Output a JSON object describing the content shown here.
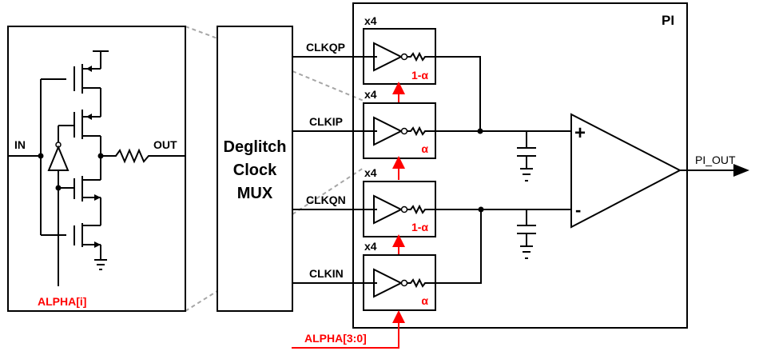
{
  "pi_block": {
    "title": "PI",
    "output_label": "PI_OUT"
  },
  "mux_block": {
    "line1": "Deglitch",
    "line2": "Clock",
    "line3": "MUX"
  },
  "cell_detail": {
    "in_label": "IN",
    "out_label": "OUT",
    "control_label": "ALPHA[i]"
  },
  "clocks": [
    "CLKQP",
    "CLKIP",
    "CLKQN",
    "CLKIN"
  ],
  "cells": [
    {
      "mult": "x4",
      "weight": "1-α"
    },
    {
      "mult": "x4",
      "weight": "α"
    },
    {
      "mult": "x4",
      "weight": "1-α"
    },
    {
      "mult": "x4",
      "weight": "α"
    }
  ],
  "amp": {
    "plus": "+",
    "minus": "-"
  },
  "control_bus": "ALPHA[3:0]",
  "colors": {
    "wire": "#000000",
    "control": "#ff0000",
    "zoom_guide": "#a6a6a6"
  }
}
